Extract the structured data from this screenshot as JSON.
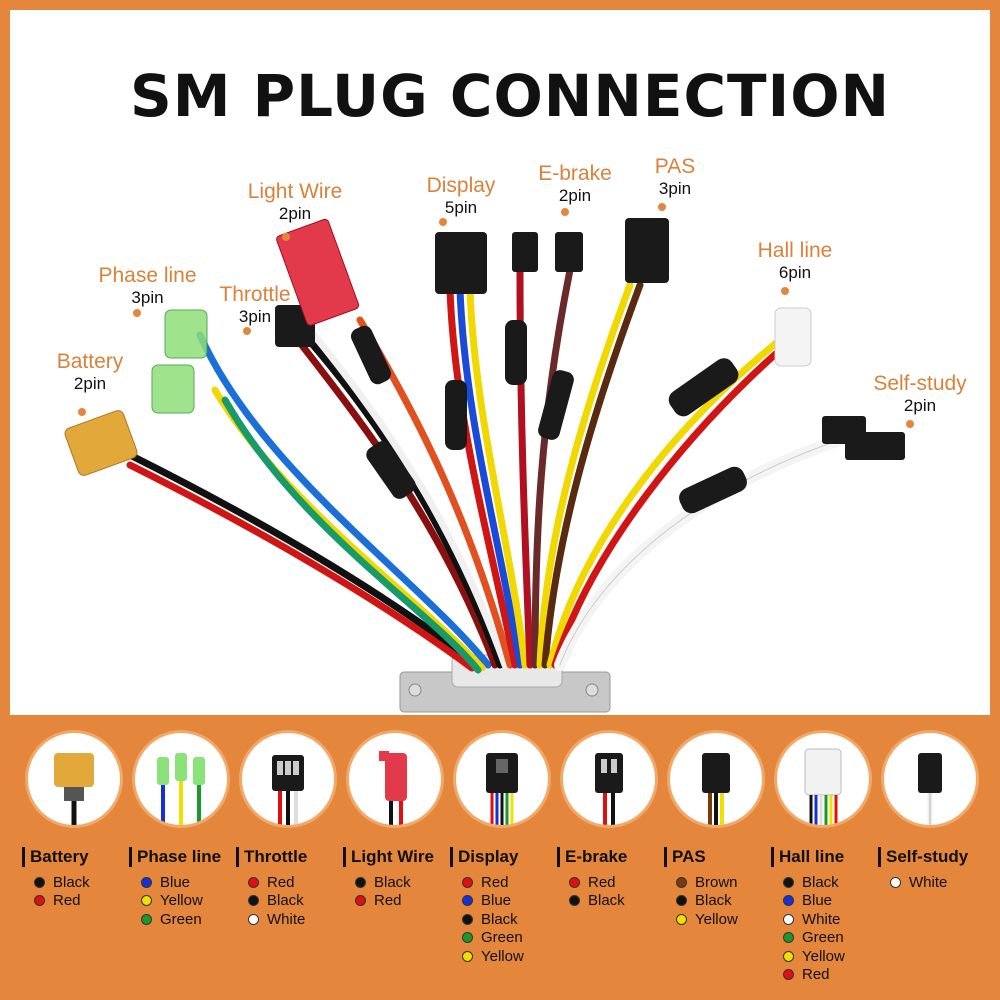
{
  "title": "SM PLUG CONNECTION",
  "connectors": [
    {
      "name": "Battery",
      "pins": "2pin",
      "wires": [
        {
          "label": "Black",
          "color": "#111111"
        },
        {
          "label": "Red",
          "color": "#e01010"
        }
      ]
    },
    {
      "name": "Phase line",
      "pins": "3pin",
      "wires": [
        {
          "label": "Blue",
          "color": "#1530d8"
        },
        {
          "label": "Yellow",
          "color": "#f0e000"
        },
        {
          "label": "Green",
          "color": "#179a2a"
        }
      ]
    },
    {
      "name": "Throttle",
      "pins": "3pin",
      "wires": [
        {
          "label": "Red",
          "color": "#e01010"
        },
        {
          "label": "Black",
          "color": "#111111"
        },
        {
          "label": "White",
          "color": "#ffffff"
        }
      ]
    },
    {
      "name": "Light Wire",
      "pins": "2pin",
      "wires": [
        {
          "label": "Black",
          "color": "#111111"
        },
        {
          "label": "Red",
          "color": "#e01010"
        }
      ]
    },
    {
      "name": "Display",
      "pins": "5pin",
      "wires": [
        {
          "label": "Red",
          "color": "#e01010"
        },
        {
          "label": "Blue",
          "color": "#1530d8"
        },
        {
          "label": "Black",
          "color": "#111111"
        },
        {
          "label": "Green",
          "color": "#179a2a"
        },
        {
          "label": "Yellow",
          "color": "#f0e000"
        }
      ]
    },
    {
      "name": "E-brake",
      "pins": "2pin",
      "wires": [
        {
          "label": "Red",
          "color": "#e01010"
        },
        {
          "label": "Black",
          "color": "#111111"
        }
      ]
    },
    {
      "name": "PAS",
      "pins": "3pin",
      "wires": [
        {
          "label": "Brown",
          "color": "#7a3a10"
        },
        {
          "label": "Black",
          "color": "#111111"
        },
        {
          "label": "Yellow",
          "color": "#f0e000"
        }
      ]
    },
    {
      "name": "Hall line",
      "pins": "6pin",
      "wires": [
        {
          "label": "Black",
          "color": "#111111"
        },
        {
          "label": "Blue",
          "color": "#1530d8"
        },
        {
          "label": "White",
          "color": "#ffffff"
        },
        {
          "label": "Green",
          "color": "#179a2a"
        },
        {
          "label": "Yellow",
          "color": "#f0e000"
        },
        {
          "label": "Red",
          "color": "#e01010"
        }
      ]
    },
    {
      "name": "Self-study",
      "pins": "2pin",
      "wires": [
        {
          "label": "White",
          "color": "#ffffff"
        }
      ]
    }
  ],
  "colors": {
    "accent_orange": "#e4863c",
    "label_orange": "#d9823b",
    "background": "#ffffff"
  }
}
